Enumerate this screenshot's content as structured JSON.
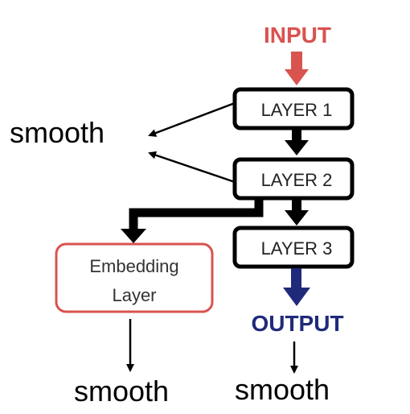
{
  "diagram": {
    "input_label": "INPUT",
    "output_label": "OUTPUT",
    "layers": [
      "LAYER 1",
      "LAYER 2",
      "LAYER 3"
    ],
    "embedding_layer": [
      "Embedding",
      "Layer"
    ],
    "smooth_labels": [
      "smooth",
      "smooth",
      "smooth"
    ]
  },
  "colors": {
    "input": "#d9534f",
    "output": "#1f2a7a",
    "embedding_border": "#d9534f",
    "layer_border": "#000000"
  }
}
